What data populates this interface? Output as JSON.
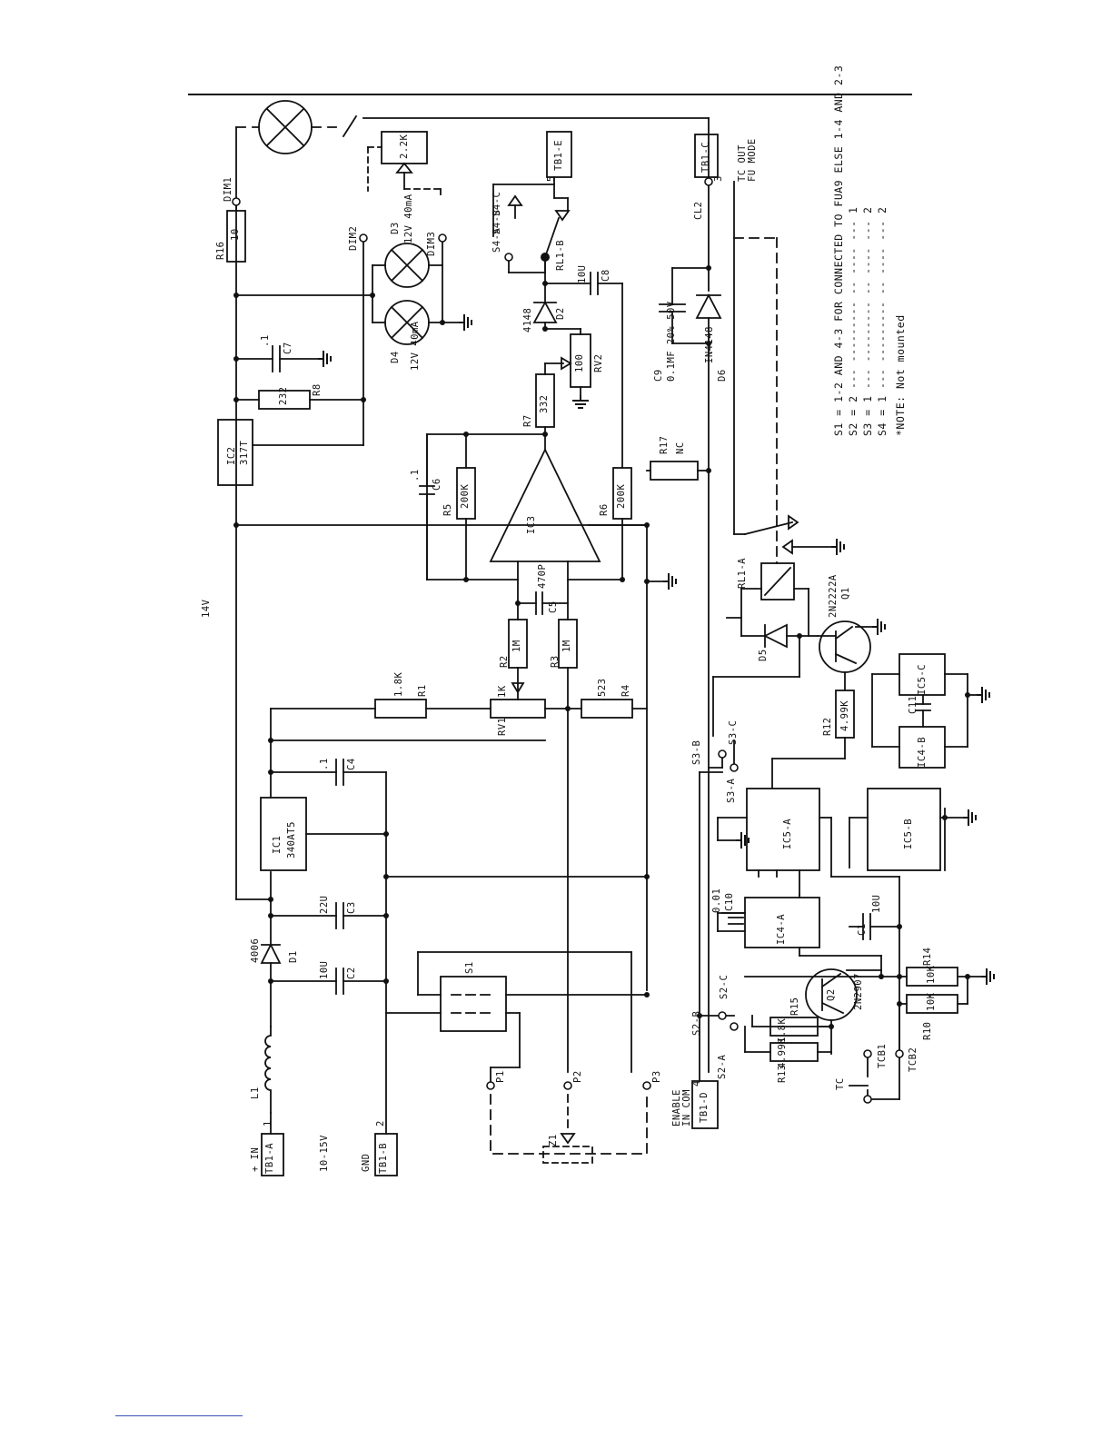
{
  "schematic": {
    "input": {
      "terminal": "TB1-A",
      "pin": "1",
      "label": "+ IN",
      "range": "10-15V"
    },
    "ground": {
      "terminal": "TB1-B",
      "pin": "2",
      "label": "GND"
    },
    "rail": "14V",
    "components": [
      {
        "ref": "L1"
      },
      {
        "ref": "D1",
        "value": "4006"
      },
      {
        "ref": "C2",
        "value": "10U"
      },
      {
        "ref": "C3",
        "value": "22U"
      },
      {
        "ref": "IC1",
        "value": "340AT5"
      },
      {
        "ref": "C4",
        "value": ".1"
      },
      {
        "ref": "IC2",
        "value": "317T"
      },
      {
        "ref": "R8",
        "value": "232"
      },
      {
        "ref": "C7",
        "value": ".1"
      },
      {
        "ref": "R16",
        "value": "10"
      },
      {
        "ref": "D3",
        "value": "12V 40mA"
      },
      {
        "ref": "D4",
        "value": "12V 40mA"
      },
      {
        "ref": "R1",
        "value": "1.8K"
      },
      {
        "ref": "RV1",
        "value": "1K"
      },
      {
        "ref": "R4",
        "value": "523"
      },
      {
        "ref": "R2",
        "value": "1M"
      },
      {
        "ref": "R3",
        "value": "1M"
      },
      {
        "ref": "C5",
        "value": "470P"
      },
      {
        "ref": "IC3"
      },
      {
        "ref": "R5",
        "value": "200K"
      },
      {
        "ref": "R6",
        "value": "200K"
      },
      {
        "ref": "C6",
        "value": ".1"
      },
      {
        "ref": "R7",
        "value": "332"
      },
      {
        "ref": "RV2",
        "value": "100"
      },
      {
        "ref": "D2",
        "value": "4148"
      },
      {
        "ref": "C8",
        "value": "10U"
      },
      {
        "ref": "RL1-B"
      },
      {
        "ref": "C9",
        "value": "0.1MF 20% 50V"
      },
      {
        "ref": "D6",
        "value": "IN4148"
      },
      {
        "ref": "R17",
        "value": "NC"
      },
      {
        "ref": "RL1-A"
      },
      {
        "ref": "D5"
      },
      {
        "ref": "Q1",
        "value": "2N2222A"
      },
      {
        "ref": "R12",
        "value": "4.99K"
      },
      {
        "ref": "IC5-A"
      },
      {
        "ref": "IC5-B"
      },
      {
        "ref": "IC4-A"
      },
      {
        "ref": "IC4-B"
      },
      {
        "ref": "IC5-C"
      },
      {
        "ref": "C10",
        "value": "0.01"
      },
      {
        "ref": "C1",
        "value": "10U"
      },
      {
        "ref": "C11"
      },
      {
        "ref": "Q2",
        "value": "2N2907"
      },
      {
        "ref": "R15",
        "value": "1.8K"
      },
      {
        "ref": "R13",
        "value": "4.99K"
      },
      {
        "ref": "R14",
        "value": "10K"
      },
      {
        "ref": "R10",
        "value": "10K"
      },
      {
        "ref": "S1"
      },
      {
        "ref": "Z1"
      },
      {
        "ref": "2.2K"
      }
    ],
    "nodes": [
      "DIM1",
      "DIM2",
      "DIM3",
      "CL2",
      "P1",
      "P2",
      "P3",
      "TCB1",
      "TCB2",
      "TC"
    ],
    "terminals": [
      {
        "ref": "TB1-E",
        "pin": "5"
      },
      {
        "ref": "TB1-C",
        "pin": "3",
        "label": "TC OUT FU MODE"
      },
      {
        "ref": "TB1-D",
        "pin": "4",
        "label": "ENABLE IN COM"
      }
    ],
    "switches": [
      "S2-A",
      "S2-B",
      "S2-C",
      "S3-A",
      "S3-B",
      "S3-C",
      "S4-A",
      "S4-B",
      "S4-C"
    ],
    "notes": [
      "S1 = 1-2 AND 4-3 FOR CONNECTED TO FUA9 ELSE 1-4 AND 2-3",
      "S2 = 2       --- --------- -- ---- --- 1",
      "S3 = 1       --- --------- -- ---- --- 2",
      "S4 = 1       --- --------- -- ---- --- 2",
      "*NOTE: Not mounted"
    ]
  }
}
